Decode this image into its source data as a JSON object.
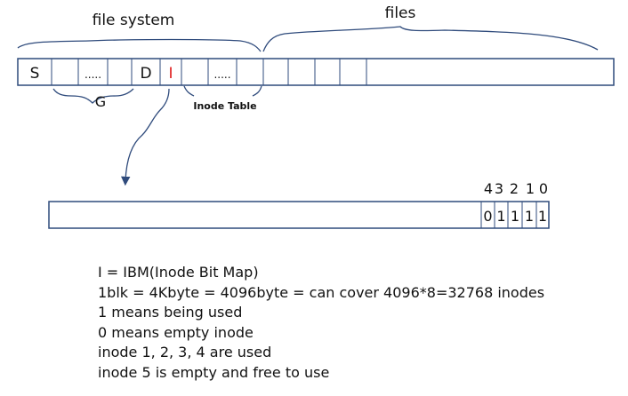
{
  "disk": {
    "header_file_system": "file system",
    "header_files": "files",
    "block_labels": [
      "S",
      "",
      ".....",
      "",
      "D",
      "I",
      "",
      ".....",
      ""
    ],
    "group_label": "G",
    "inode_table_label": "Inode Table"
  },
  "bitmap": {
    "index_labels": [
      "4",
      "3",
      "2",
      "1",
      "0"
    ],
    "values": [
      "0",
      "1",
      "1",
      "1",
      "1"
    ]
  },
  "notes": [
    "I = IBM(Inode Bit Map)",
    "1blk = 4Kbyte = 4096byte = can cover 4096*8=32768 inodes",
    "1 means being used",
    "0 means empty inode",
    "inode 1, 2, 3, 4 are used",
    "inode 5 is empty and free to use"
  ],
  "colors": {
    "block_border": "#2f4b7c",
    "highlight_text": "#e02020",
    "text": "#111111",
    "brace": "#2f4b7c"
  }
}
